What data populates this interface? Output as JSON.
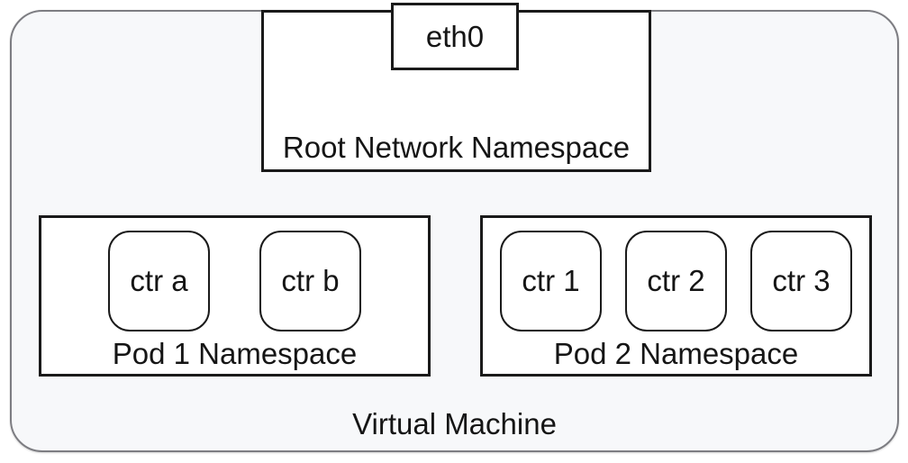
{
  "diagram": {
    "vm_label": "Virtual Machine",
    "root_namespace": {
      "label": "Root Network Namespace",
      "interface": "eth0"
    },
    "pods": [
      {
        "label": "Pod 1 Namespace",
        "containers": [
          "ctr a",
          "ctr b"
        ]
      },
      {
        "label": "Pod 2 Namespace",
        "containers": [
          "ctr 1",
          "ctr 2",
          "ctr 3"
        ]
      }
    ]
  },
  "colors": {
    "vm_fill": "#f7f8fa",
    "vm_border": "#7d7d82",
    "box_border": "#1a1a1a",
    "box_fill": "#ffffff",
    "text": "#151515"
  }
}
